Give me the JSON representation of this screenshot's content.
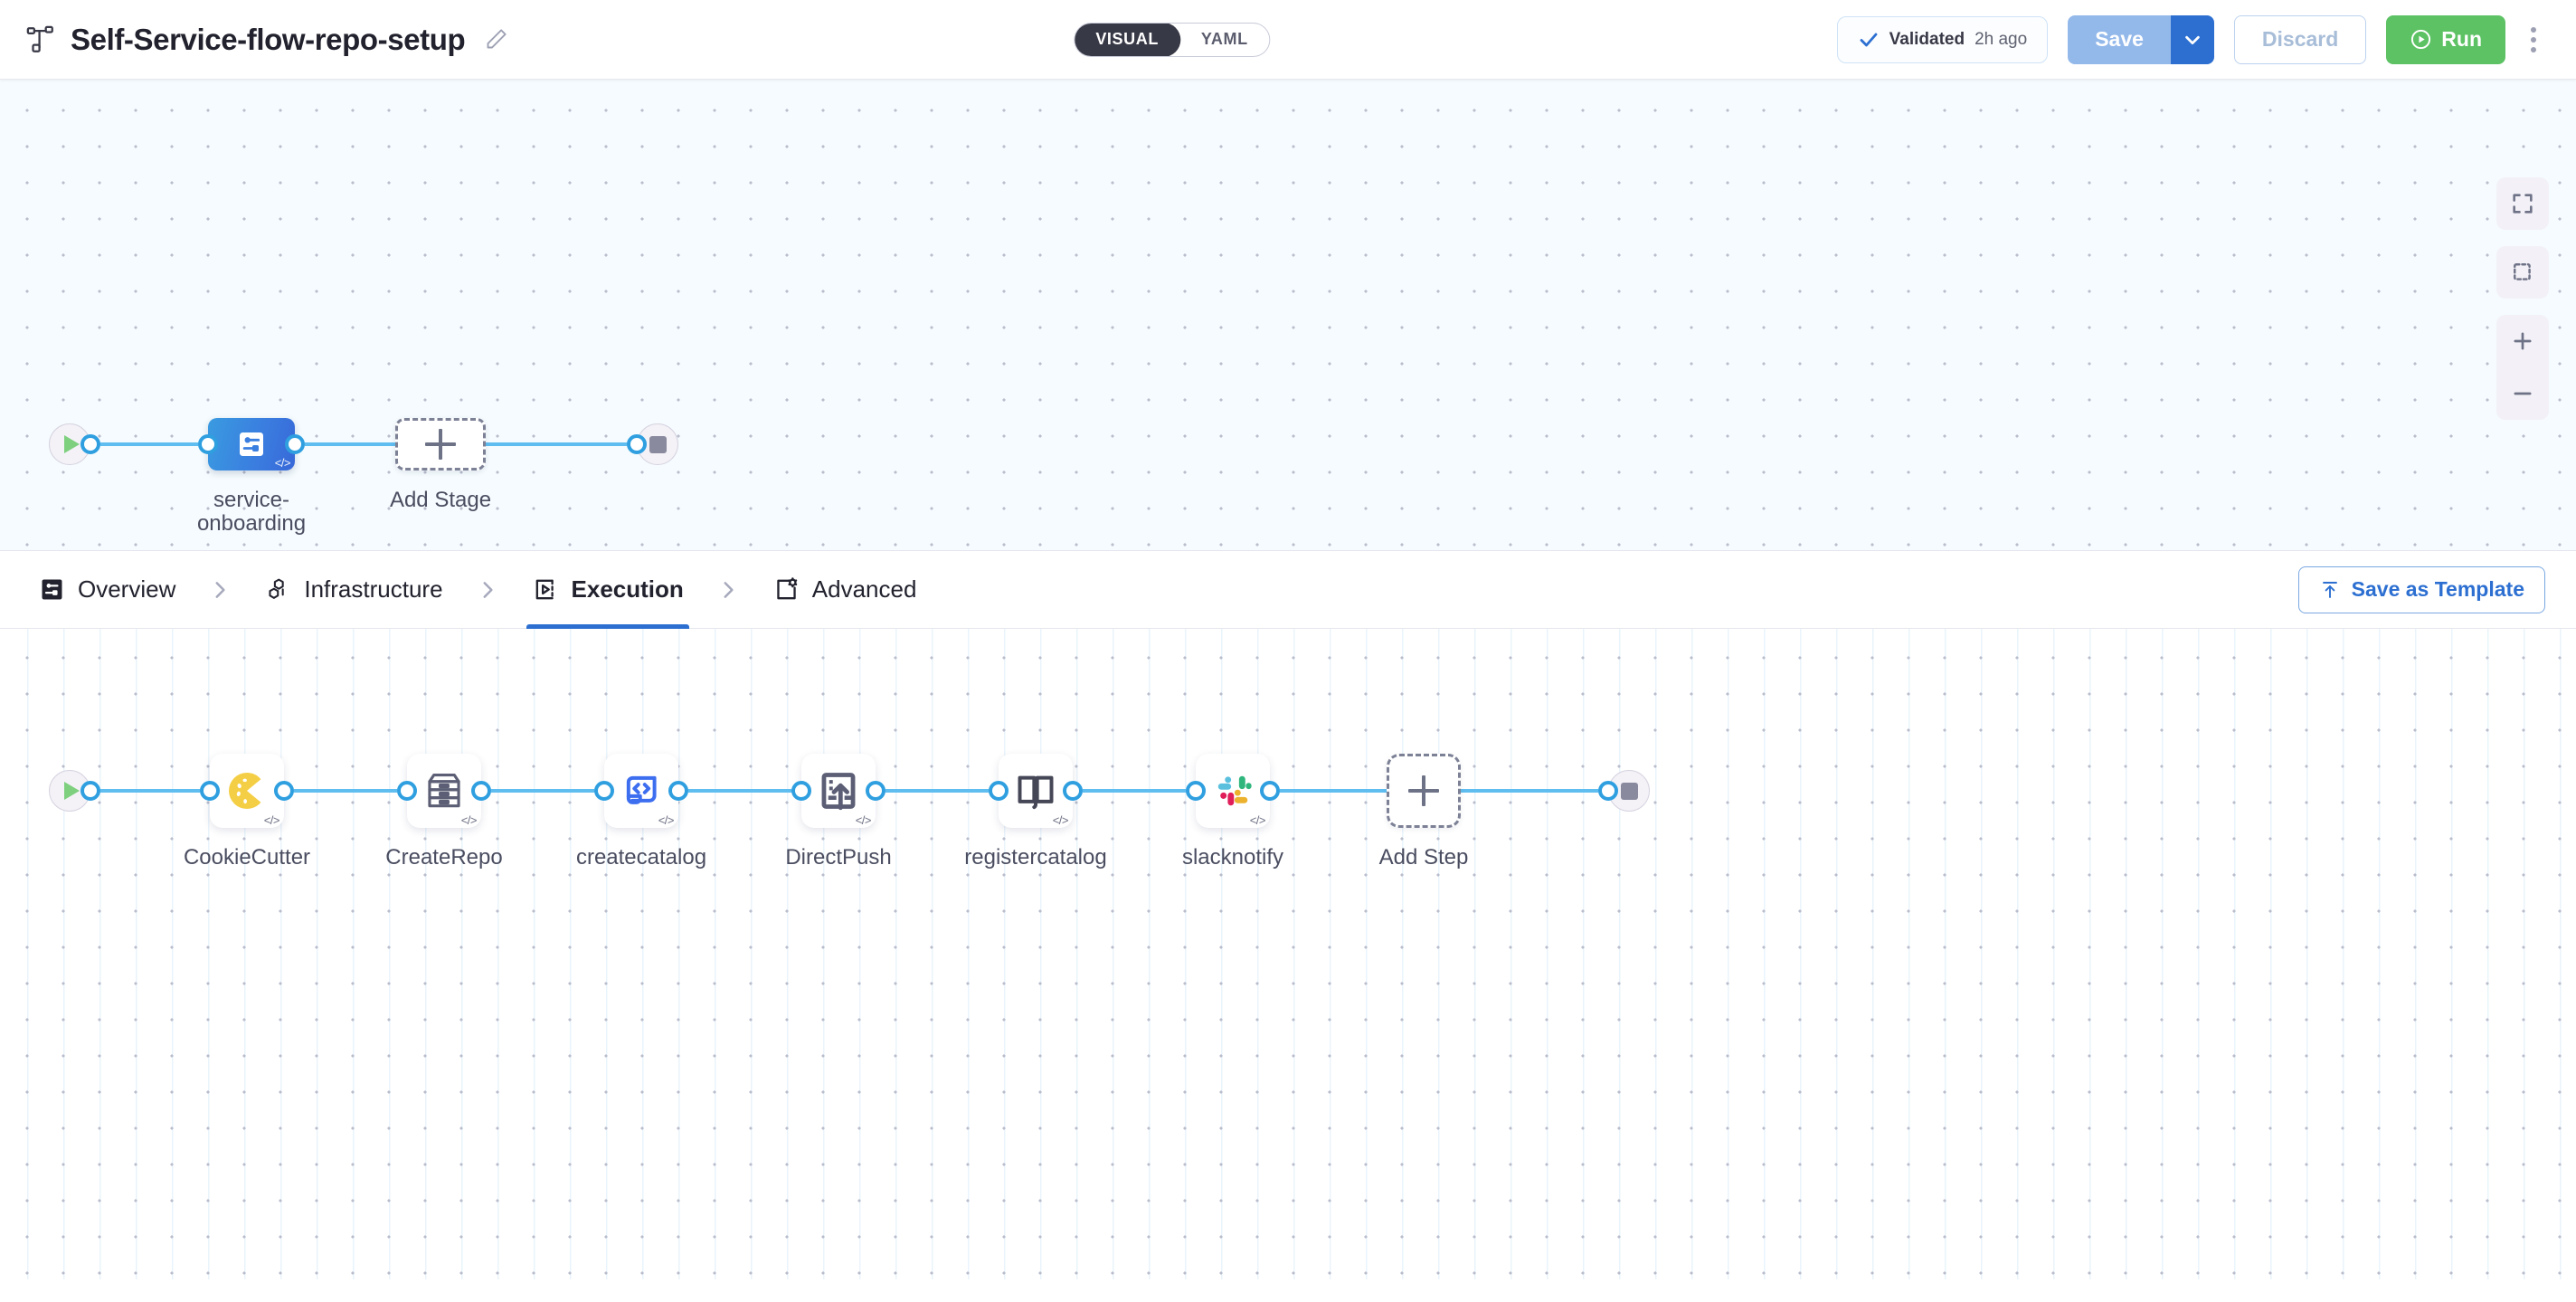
{
  "header": {
    "pipeline_icon": "pipeline-nodes-icon",
    "title": "Self-Service-flow-repo-setup",
    "edit_icon": "pencil-edit-icon",
    "view_toggle": {
      "options": [
        {
          "label": "VISUAL",
          "active": true
        },
        {
          "label": "YAML",
          "active": false
        }
      ]
    },
    "validated": {
      "icon": "check-icon",
      "label": "Validated",
      "time": "2h ago"
    },
    "save_label": "Save",
    "save_caret_icon": "chevron-down-icon",
    "discard_label": "Discard",
    "run_label": "Run",
    "run_icon": "play-circle-icon",
    "more_icon": "kebab-menu-icon"
  },
  "colors": {
    "accent_blue": "#2c6fd1",
    "wire_blue": "#60bdf0",
    "port_blue": "#2f9fe0",
    "stage_blue": "#3a7fe0",
    "run_green": "#5dc264",
    "save_disabled": "#93b8ea",
    "toggle_dark": "#383946",
    "canvas_top_bg": "#f5fbfe",
    "canvas_bottom_bg": "#ffffff",
    "node_label": "#4a4d60"
  },
  "stage_canvas": {
    "start_node": {
      "icon": "play-start-icon"
    },
    "end_node": {
      "icon": "stop-end-icon"
    },
    "stages": [
      {
        "label": "service-onboarding",
        "icon": "stage-service-icon",
        "code_badge": "</>",
        "selected": true
      }
    ],
    "add_stage": {
      "label": "Add Stage",
      "icon": "plus-icon"
    }
  },
  "tabs": {
    "items": [
      {
        "label": "Overview",
        "icon": "overview-icon",
        "active": false
      },
      {
        "label": "Infrastructure",
        "icon": "infrastructure-hex-icon",
        "active": false
      },
      {
        "label": "Execution",
        "icon": "execution-play-box-icon",
        "active": true
      },
      {
        "label": "Advanced",
        "icon": "advanced-gear-icon",
        "active": false
      }
    ],
    "separator_icon": "chevron-right-icon",
    "save_as_template": {
      "label": "Save as Template",
      "icon": "template-upload-icon"
    }
  },
  "execution_canvas": {
    "start_node": {
      "icon": "play-start-icon"
    },
    "end_node": {
      "icon": "stop-end-icon"
    },
    "steps": [
      {
        "label": "CookieCutter",
        "icon": "cookiecutter-cookie-icon",
        "code_badge": "</>"
      },
      {
        "label": "CreateRepo",
        "icon": "repo-drawers-icon",
        "code_badge": "</>"
      },
      {
        "label": "createcatalog",
        "icon": "code-window-icon",
        "code_badge": "</>"
      },
      {
        "label": "DirectPush",
        "icon": "push-upload-icon",
        "code_badge": "</>"
      },
      {
        "label": "registercatalog",
        "icon": "open-book-icon",
        "code_badge": "</>"
      },
      {
        "label": "slacknotify",
        "icon": "slack-icon",
        "code_badge": "</>"
      }
    ],
    "add_step": {
      "label": "Add Step",
      "icon": "plus-icon"
    }
  },
  "canvas_controls": {
    "items": [
      {
        "icon": "fit-screen-icon",
        "name": "fit-to-screen-button"
      },
      {
        "icon": "select-area-icon",
        "name": "select-area-button"
      },
      {
        "icon": "zoom-in-icon",
        "name": "zoom-in-button"
      },
      {
        "icon": "zoom-out-icon",
        "name": "zoom-out-button"
      }
    ]
  }
}
